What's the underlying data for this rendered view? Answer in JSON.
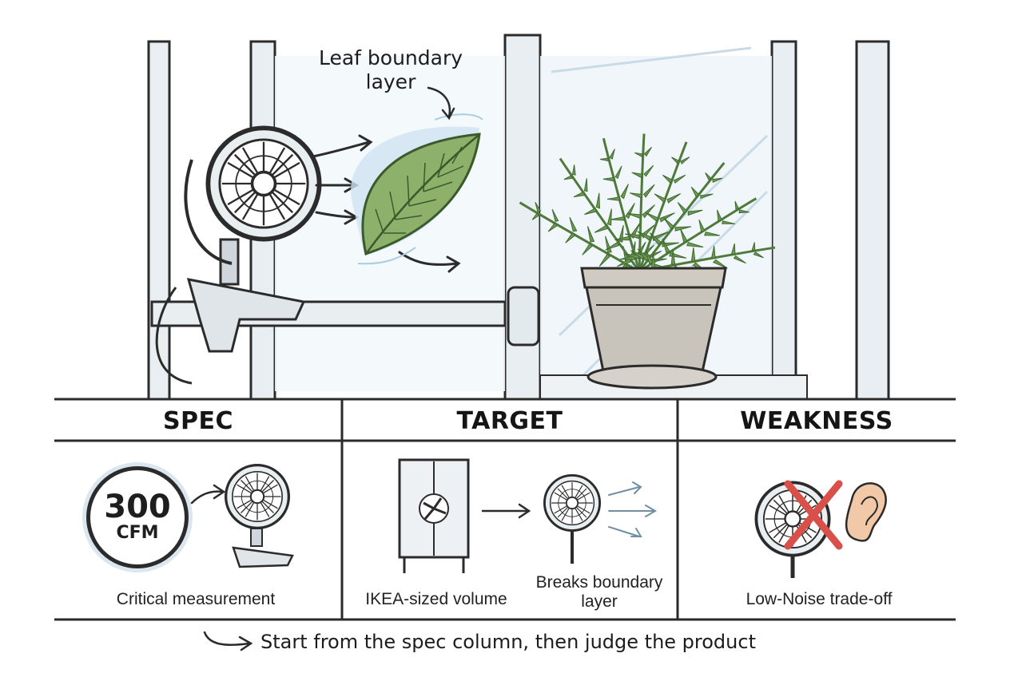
{
  "illustration": {
    "leaf_label": "Leaf boundary layer"
  },
  "table": {
    "columns": [
      {
        "header": "SPEC",
        "caption": "Critical measurement"
      },
      {
        "header": "TARGET",
        "caption_left": "IKEA-sized volume",
        "caption_right": "Breaks boundary layer"
      },
      {
        "header": "WEAKNESS",
        "caption": "Low-Noise trade-off"
      }
    ],
    "spec_badge": {
      "value": "300",
      "unit": "CFM"
    }
  },
  "footer": {
    "note": "Start from the spec column, then judge the product"
  },
  "colors": {
    "ink": "#2b2b2b",
    "glass": "#d9e7ef",
    "leaf_green": "#7da35a",
    "fern_green": "#5f8a4a",
    "pot_gray": "#c9c4bb",
    "cross_red": "#d9504a",
    "ear_skin": "#f2c9a8"
  },
  "icons": [
    "clip-fan-icon",
    "leaf-icon",
    "fern-plant-icon",
    "cabinet-icon",
    "desk-fan-icon",
    "cross-icon",
    "ear-icon",
    "arrow-icon"
  ]
}
